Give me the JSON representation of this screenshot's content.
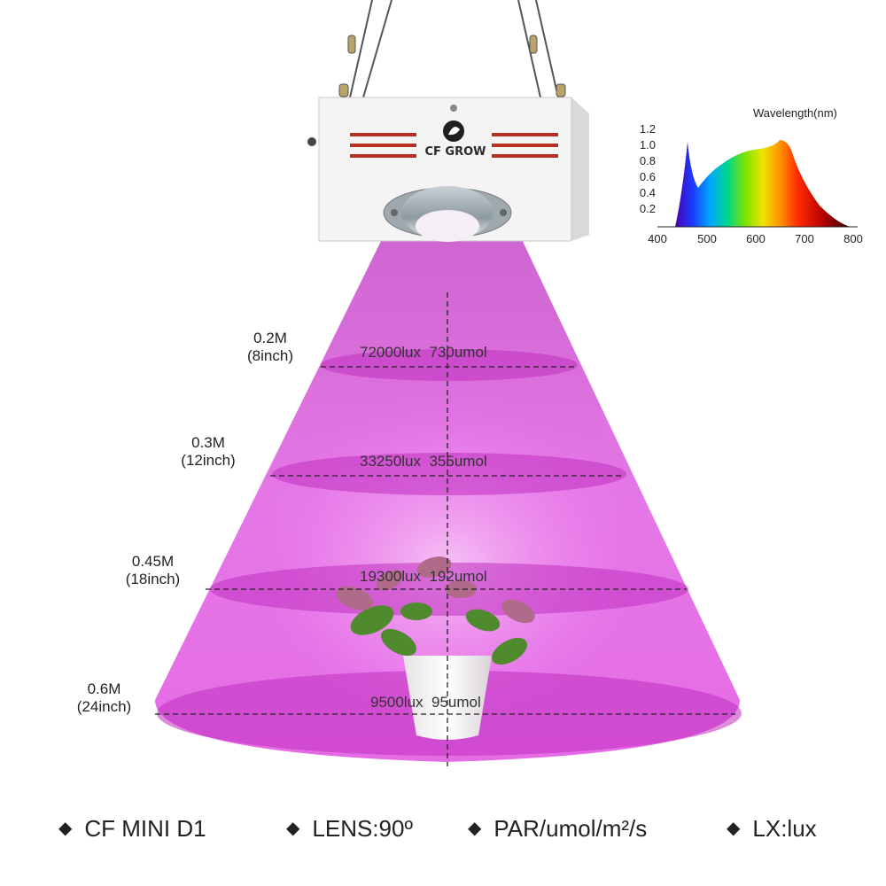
{
  "fixture": {
    "brand": "CF GROW"
  },
  "distances": [
    {
      "meters": "0.2M",
      "inches": "(8inch)",
      "lux": "72000lux",
      "ppfd": "730umol"
    },
    {
      "meters": "0.3M",
      "inches": "(12inch)",
      "lux": "33250lux",
      "ppfd": "355umol"
    },
    {
      "meters": "0.45M",
      "inches": "(18inch)",
      "lux": "19300lux",
      "ppfd": "192umol"
    },
    {
      "meters": "0.6M",
      "inches": "(24inch)",
      "lux": "9500lux",
      "ppfd": "95umol"
    }
  ],
  "spectrum": {
    "title": "Wavelength(nm)",
    "y_ticks": [
      "1.2",
      "1.0",
      "0.8",
      "0.6",
      "0.4",
      "0.2"
    ],
    "x_ticks": [
      "400",
      "500",
      "600",
      "700",
      "800"
    ]
  },
  "legend": [
    {
      "label": "CF MINI D1"
    },
    {
      "label": "LENS:90º"
    },
    {
      "label": "PAR/umol/m²/s"
    },
    {
      "label": "LX:lux"
    }
  ],
  "colors": {
    "light_cone": "#d83ad8",
    "ring": "#b62cb8",
    "fixture_body": "#f2f2f2",
    "legend_bullet": "#222222"
  },
  "icons": {
    "bullet": "diamond-bullet-icon",
    "logo": "leaf-logo-icon",
    "lens": "cob-lens-icon",
    "plant": "potted-plant-icon"
  }
}
